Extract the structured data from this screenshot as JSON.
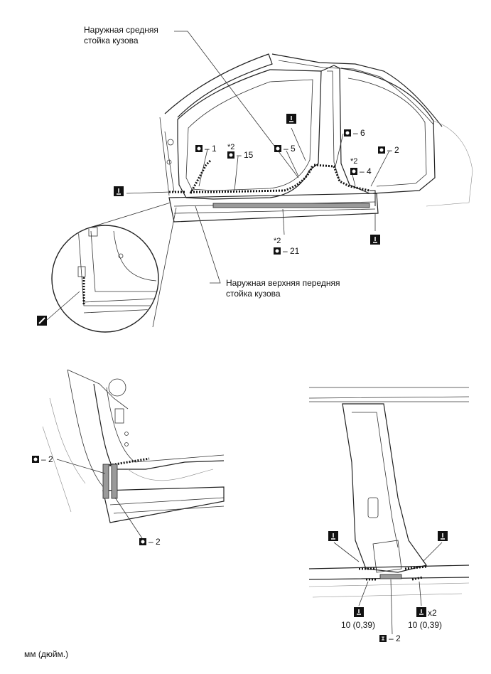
{
  "labels": {
    "center_pillar_outer": "Наружная средняя\nстойка кузова",
    "front_pillar_upper_outer": "Наружная верхняя передняя\nстойка кузова",
    "units": "мм (дюйм.)"
  },
  "callouts": {
    "c1": "– 1",
    "c15": "– 15",
    "c15_star": "*2",
    "c5": "– 5",
    "c6": "– 6",
    "c4": "– 4",
    "c4_star": "*2",
    "c2a": "– 2",
    "c21": "– 21",
    "c21_star": "*2",
    "d2_left_top": "– 2",
    "d2_left_bottom": "– 2",
    "d3_bottom": "– 2",
    "d3_torque_left": "10 (0,39)",
    "d3_torque_right": "10 (0,39)",
    "d3_multiplier": "x2"
  },
  "icons": {
    "spot_weld": "spot-weld-icon",
    "cut_saw": "cut-saw-icon",
    "torque": "torque-icon",
    "pencil": "pencil-icon",
    "rivet": "rivet-icon"
  }
}
